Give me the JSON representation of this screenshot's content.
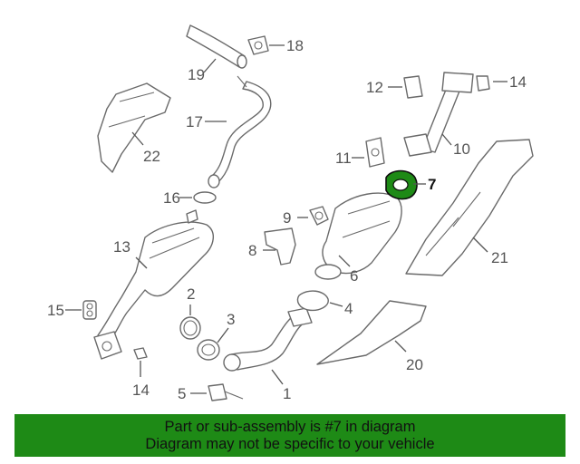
{
  "callouts": {
    "c1": "1",
    "c2": "2",
    "c3": "3",
    "c4": "4",
    "c5": "5",
    "c6": "6",
    "c7": "7",
    "c8": "8",
    "c9": "9",
    "c10": "10",
    "c11": "11",
    "c12": "12",
    "c13": "13",
    "c14a": "14",
    "c14b": "14",
    "c15": "15",
    "c16": "16",
    "c17": "17",
    "c18": "18",
    "c19": "19",
    "c20": "20",
    "c21": "21",
    "c22": "22"
  },
  "highlighted_part": "7",
  "colors": {
    "highlight": "#1e8a16",
    "banner_bg": "#1e8a16",
    "line": "#6a6a6a"
  },
  "banner": {
    "line1": "Part or sub-assembly is #7 in diagram",
    "line2": "Diagram may not be specific to your vehicle"
  }
}
